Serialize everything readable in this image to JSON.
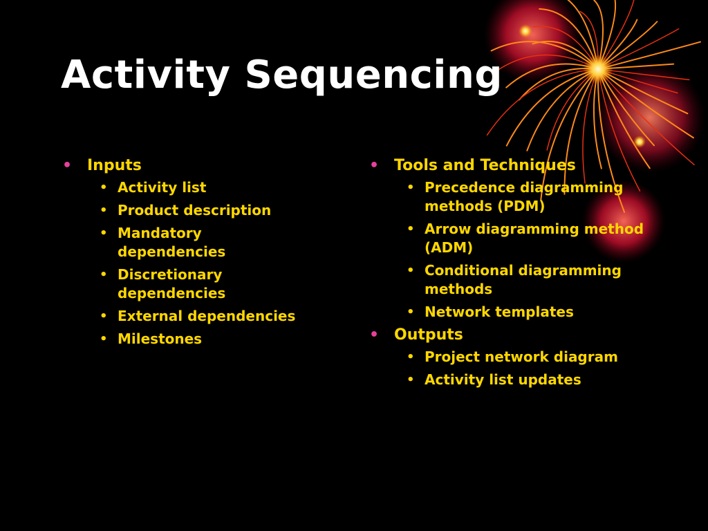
{
  "slide": {
    "title": "Activity Sequencing",
    "colors": {
      "background": "#000000",
      "title": "#ffffff",
      "text": "#ffd700",
      "bullet_primary": "#e8409a",
      "bullet_secondary": "#ffd700"
    },
    "decoration_icon": "firework-orb-icon",
    "left_column": [
      {
        "label": "Inputs",
        "items": [
          "Activity list",
          "Product description",
          "Mandatory dependencies",
          "Discretionary dependencies",
          "External dependencies",
          "Milestones"
        ]
      }
    ],
    "right_column": [
      {
        "label": "Tools and Techniques",
        "items": [
          "Precedence diagramming methods (PDM)",
          "Arrow diagramming method (ADM)",
          "Conditional diagramming methods",
          "Network templates"
        ]
      },
      {
        "label": "Outputs",
        "items": [
          "Project network diagram",
          "Activity list updates"
        ]
      }
    ]
  }
}
